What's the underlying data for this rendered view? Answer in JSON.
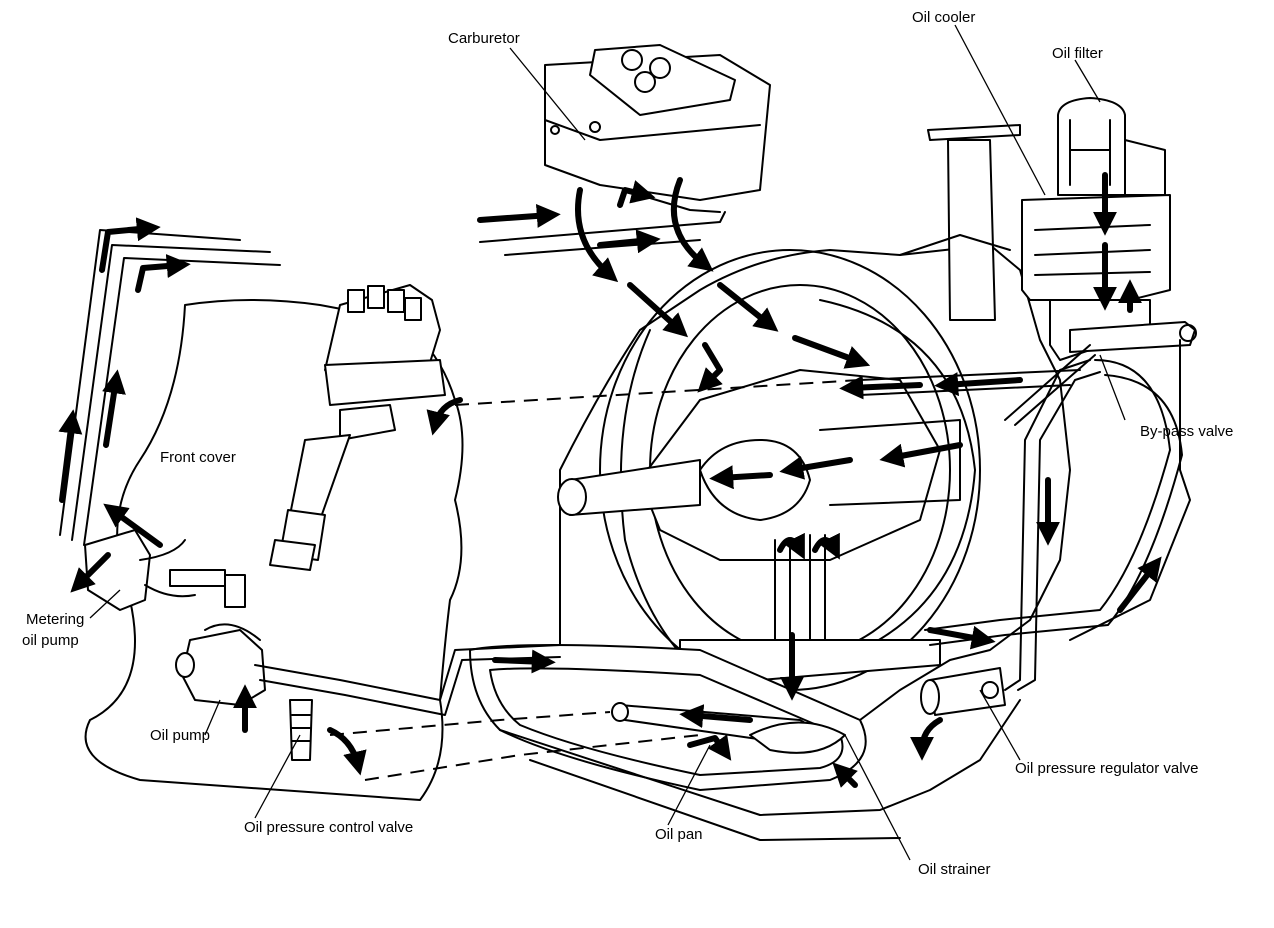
{
  "labels": {
    "carburetor": "Carburetor",
    "oil_cooler": "Oil cooler",
    "oil_filter": "Oil filter",
    "front_cover": "Front cover",
    "by_pass_valve": "By-pass valve",
    "metering_oil_pump_line1": "Metering",
    "metering_oil_pump_line2": "oil pump",
    "oil_pump": "Oil pump",
    "oil_pressure_regulator_valve": "Oil pressure regulator valve",
    "oil_pressure_control_valve": "Oil pressure control valve",
    "oil_pan": "Oil pan",
    "oil_strainer": "Oil strainer"
  },
  "icons": [
    "flow-arrow-icon"
  ],
  "colors": {
    "ink": "#000000",
    "paper": "#ffffff"
  }
}
